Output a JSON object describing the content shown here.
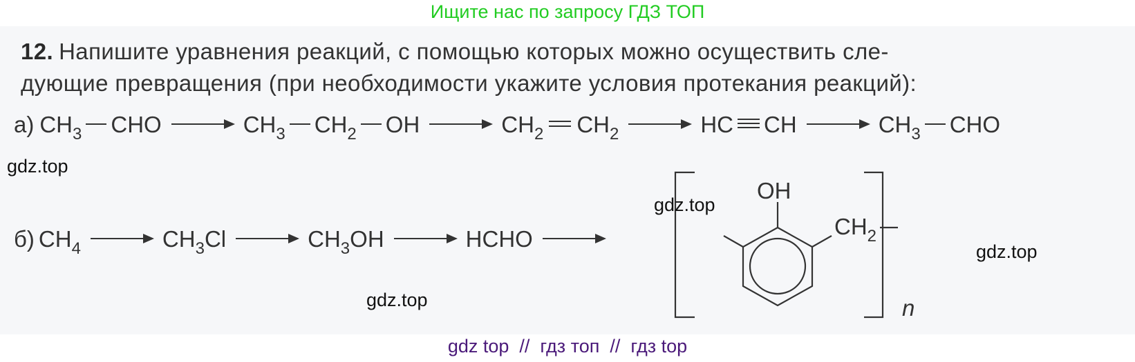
{
  "banner": {
    "text": "Ищите нас по запросу ГДЗ ТОП",
    "color": "#22cc22"
  },
  "task": {
    "number": "12.",
    "line1": "Напишите уравнения реакций, с помощью которых можно осуществить сле-",
    "line2": "дующие превращения (при необходимости укажите условия протекания реакций):"
  },
  "chain_a": {
    "label": "а)",
    "items": [
      {
        "main": "CH",
        "sub": "3",
        "tail": "",
        "bond": "single",
        "main2": "CHO",
        "sub2": "",
        "tail2": ""
      },
      {
        "parts": [
          "CH",
          "3",
          "CH",
          "2",
          "OH"
        ]
      },
      {
        "left": "CH",
        "left_sub": "2",
        "right": "CH",
        "right_sub": "2"
      },
      {
        "left": "HC",
        "right": "CH"
      },
      {
        "main": "CH",
        "sub": "3",
        "main2": "CHO"
      }
    ]
  },
  "chain_b": {
    "label": "б)",
    "items": [
      {
        "main": "CH",
        "sub": "4",
        "tail": ""
      },
      {
        "main": "CH",
        "sub": "3",
        "tail": "Cl"
      },
      {
        "main": "CH",
        "sub": "3",
        "tail": "OH"
      },
      {
        "main": "HCHO",
        "sub": "",
        "tail": ""
      }
    ],
    "polymer": {
      "oh": "OH",
      "ch2": "CH",
      "ch2_sub": "2",
      "repeat": "n"
    }
  },
  "watermarks": [
    "gdz.top",
    "gdz.top",
    "gdz.top",
    "gdz.top"
  ],
  "footer": {
    "text": "gdz top  //  гдз топ  //  гдз top",
    "color": "#4b1a7a"
  }
}
